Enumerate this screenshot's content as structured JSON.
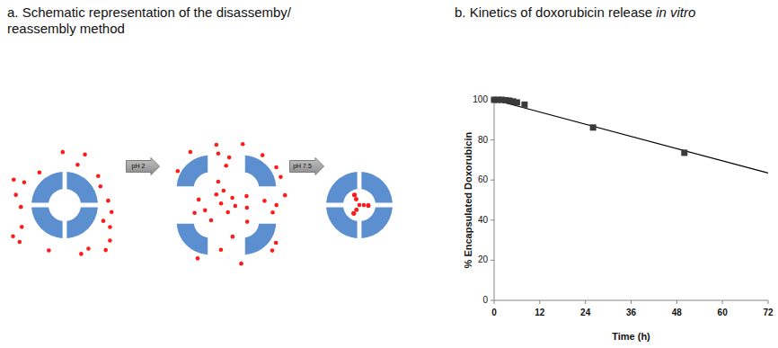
{
  "diagram": {
    "nodes": [
      {
        "text": [
          "pH 2"
        ]
      },
      {
        "text": [
          "pH 7.5"
        ]
      }
    ],
    "labels": [
      "a. Schematic representation of the disassemby/ reassembly method",
      "b. Kinetics of doxorubicin release",
      "in vitro",
      "0",
      "20",
      "40",
      "60",
      "80",
      "100",
      "0",
      "12",
      "24",
      "36",
      "48",
      "60",
      "72",
      "% Encapsulated Doxorubicin",
      "Time (h)"
    ]
  }
}
